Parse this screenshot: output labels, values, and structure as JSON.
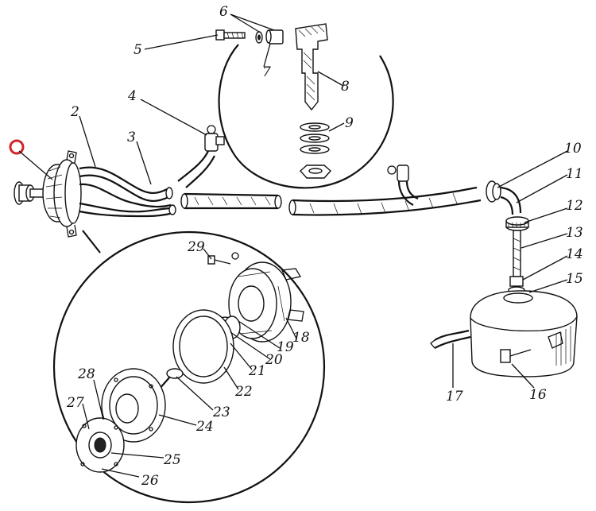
{
  "diagram": {
    "callouts": [
      "2",
      "3",
      "4",
      "5",
      "6",
      "7",
      "8",
      "9",
      "10",
      "11",
      "12",
      "13",
      "14",
      "15",
      "16",
      "17",
      "18",
      "19",
      "20",
      "21",
      "22",
      "23",
      "24",
      "25",
      "26",
      "27",
      "28",
      "29"
    ],
    "marker_color": "#d0262a",
    "line_color": "#111111",
    "background": "#ffffff"
  }
}
